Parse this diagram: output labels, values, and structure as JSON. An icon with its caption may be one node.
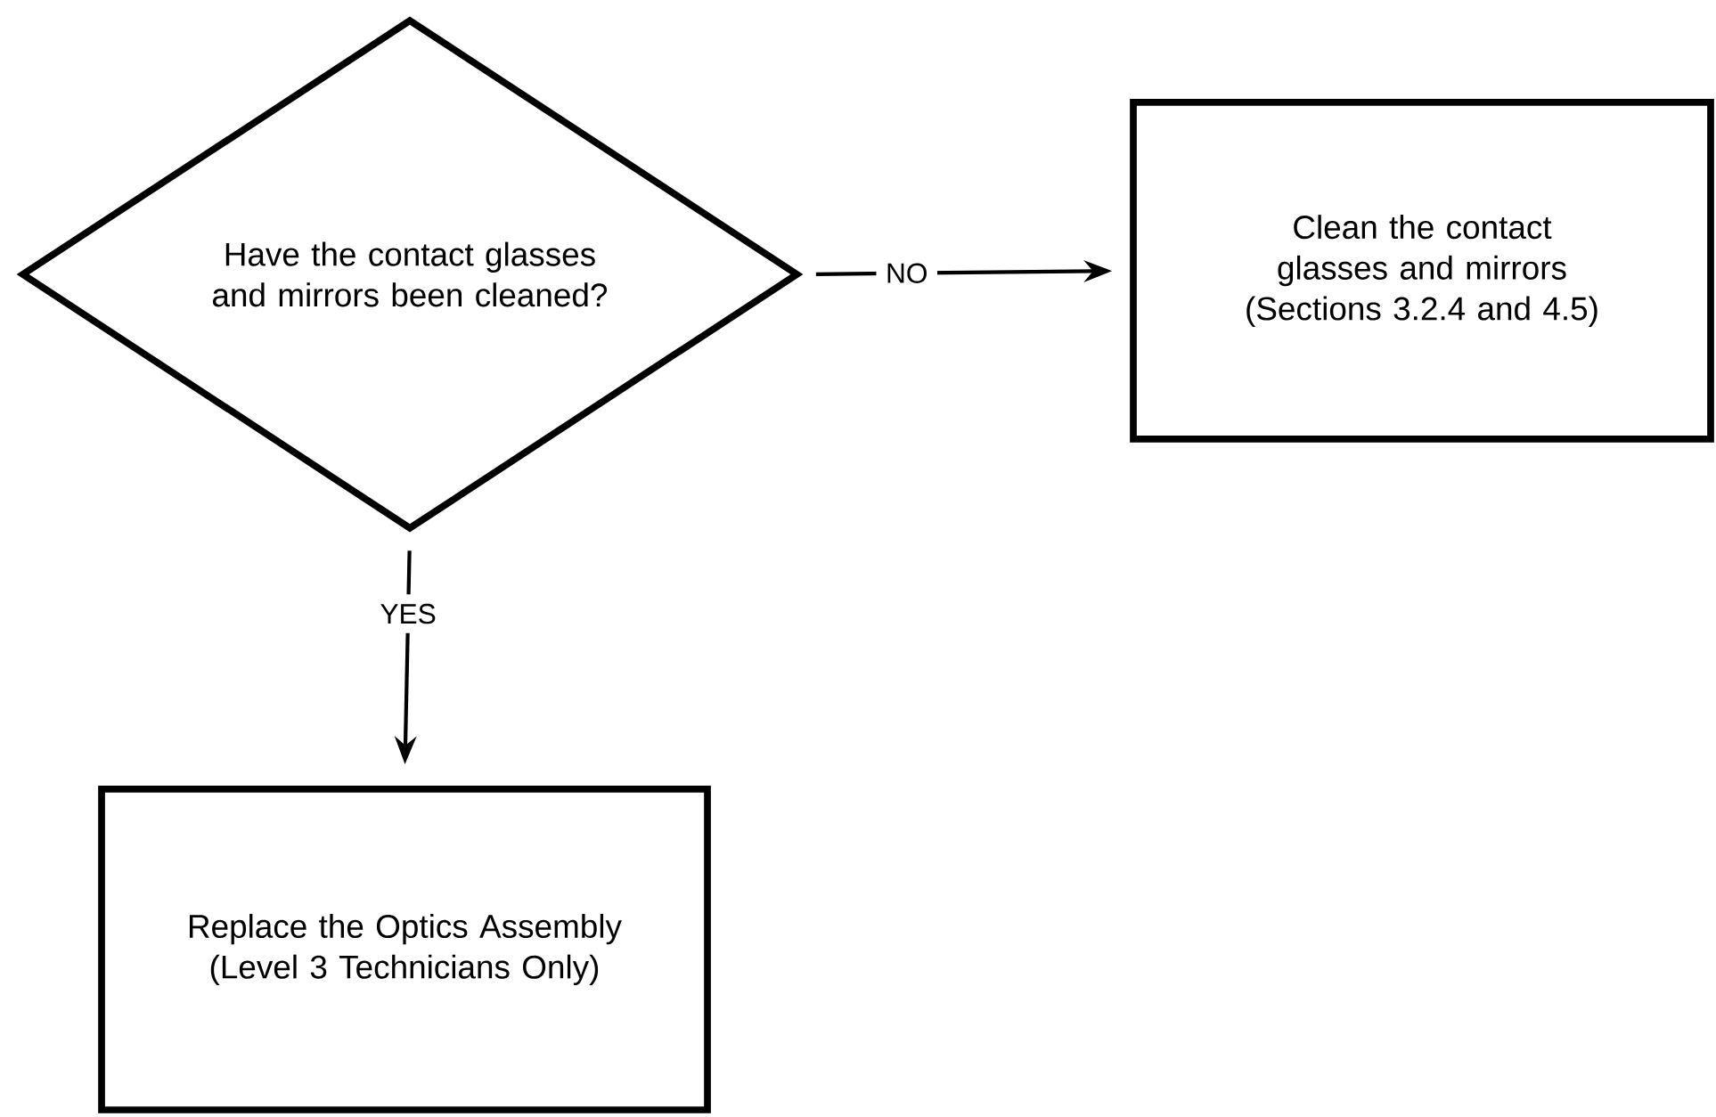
{
  "diagram": {
    "nodes": [
      {
        "text": [
          "Have the contact glasses and mirrors been cleaned?"
        ]
      },
      {
        "text": [
          "Clean the contact glasses and mirrors (Sections 3.2.4 and 4.5)"
        ]
      },
      {
        "text": [
          "Replace the Optics Assembly (Level 3 Technicians Only)"
        ]
      }
    ],
    "edges": [
      {
        "from": 0,
        "to": 1,
        "arrow": "to",
        "label": "NO"
      },
      {
        "from": 0,
        "to": 2,
        "arrow": "to",
        "label": "YES"
      }
    ]
  }
}
